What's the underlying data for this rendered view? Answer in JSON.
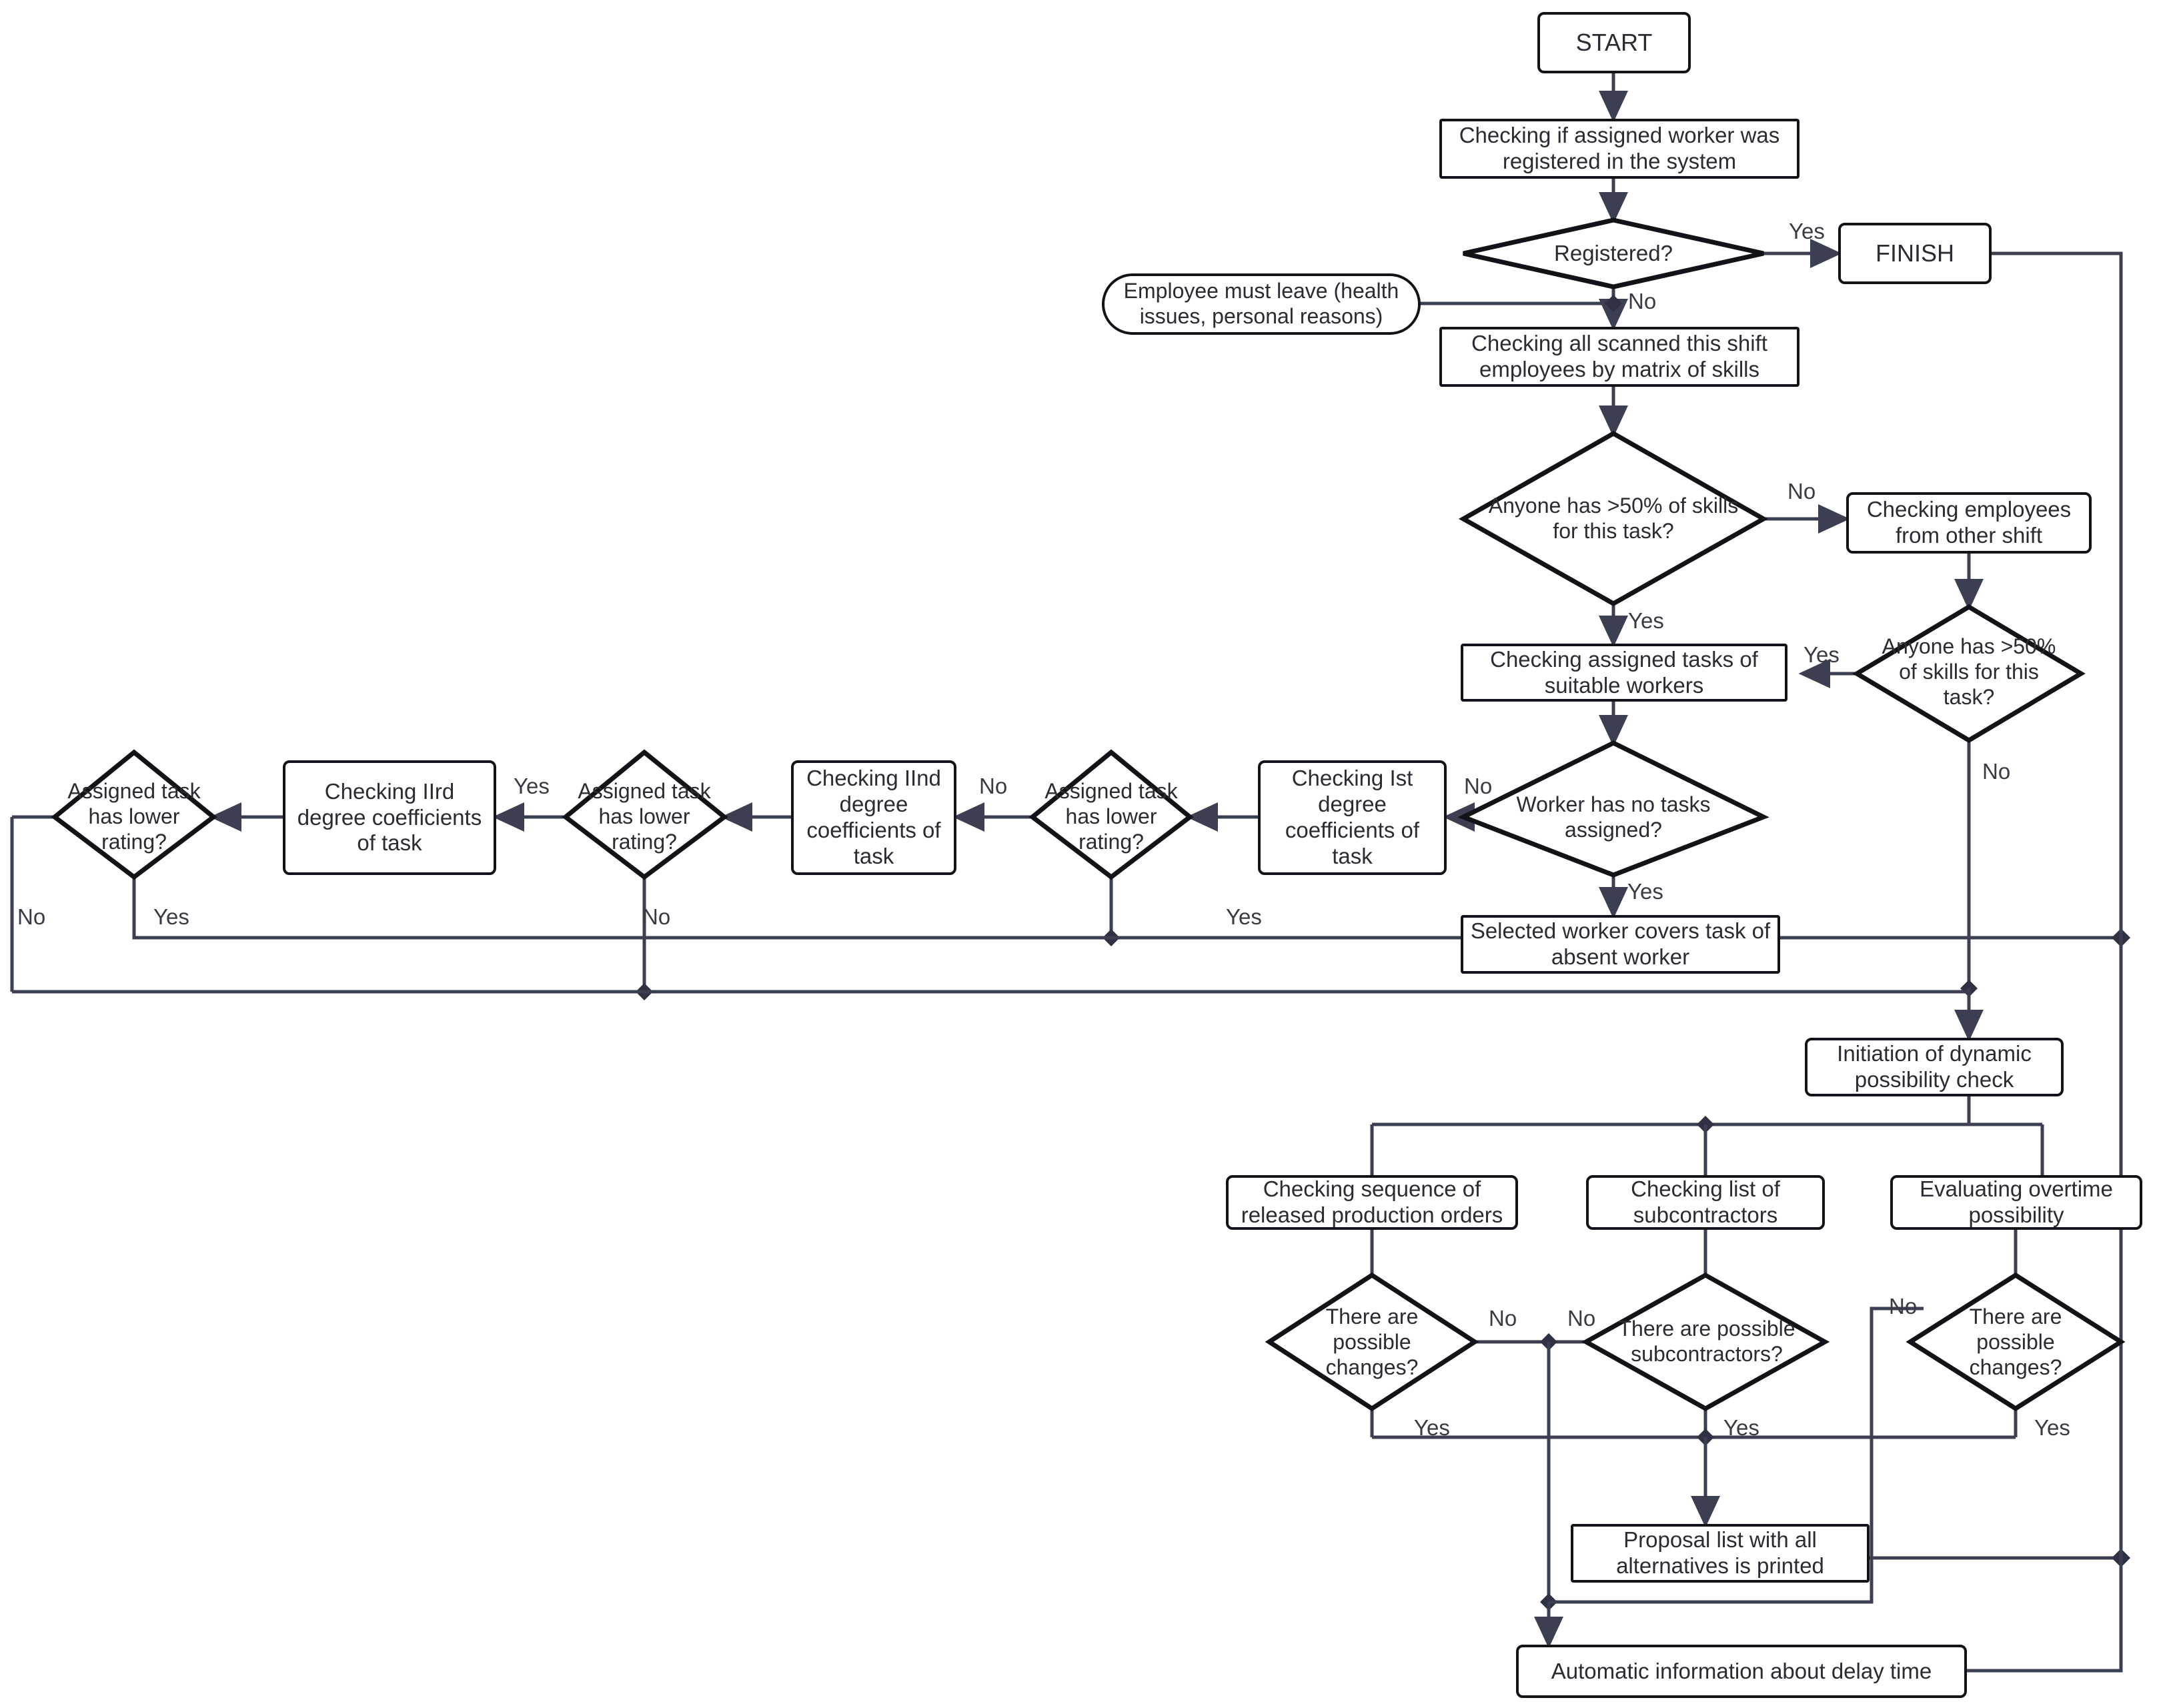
{
  "diagram": {
    "title": "Worker absence replacement and dynamic possibility check flowchart",
    "colors": {
      "shape_stroke": "#111318",
      "edge_stroke": "#3b3f51",
      "text": "#2b2b33",
      "background": "#ffffff"
    }
  },
  "nodes": {
    "start": "START",
    "check_registered_proc": "Checking if assigned worker was registered in the system",
    "registered_q": "Registered?",
    "finish": "FINISH",
    "employee_must_leave": "Employee must leave (health issues, personal reasons)",
    "check_scanned": "Checking all scanned this shift employees by matrix of skills",
    "anyone_50_q1": "Anyone has >50% of skills for this task?",
    "check_other_shift": "Checking employees from other shift",
    "anyone_50_q2": "Anyone has >50% of skills for this task?",
    "check_assigned_tasks": "Checking assigned tasks of suitable workers",
    "worker_no_tasks_q": "Worker has no tasks assigned?",
    "check_ist": "Checking Ist degree coefficients of task",
    "lower_rating_q1": "Assigned task has lower rating?",
    "check_iind": "Checking IInd degree coefficients of task",
    "lower_rating_q2": "Assigned task has lower rating?",
    "check_iiird": "Checking IIrd degree coefficients of task",
    "lower_rating_q3": "Assigned task has lower rating?",
    "selected_worker_covers": "Selected worker covers task of absent worker",
    "initiation_dynamic": "Initiation of dynamic possibility check",
    "check_sequence": "Checking sequence of released production orders",
    "check_subcontractors": "Checking list of subcontractors",
    "evaluating_overtime": "Evaluating overtime possibility",
    "possible_changes_q1": "There are possible changes?",
    "possible_subcontractors_q": "There are possible subcontractors?",
    "possible_changes_q2": "There are possible changes?",
    "proposal_list": "Proposal list with all alternatives is printed",
    "automatic_info": "Automatic information about delay time"
  },
  "edge_labels": {
    "registered_yes": "Yes",
    "registered_no": "No",
    "anyone1_no": "No",
    "anyone1_yes": "Yes",
    "anyone2_yes": "Yes",
    "anyone2_no": "No",
    "worker_no": "No",
    "worker_yes": "Yes",
    "rating1_no": "No",
    "rating1_yes": "Yes",
    "rating2_no": "No",
    "rating2_yes": "Yes",
    "rating3_no": "No",
    "rating3_yes": "Yes",
    "changes1_no": "No",
    "changes1_yes": "Yes",
    "subcontractors_no": "No",
    "subcontractors_yes": "Yes",
    "changes2_no": "No",
    "changes2_yes": "Yes"
  }
}
